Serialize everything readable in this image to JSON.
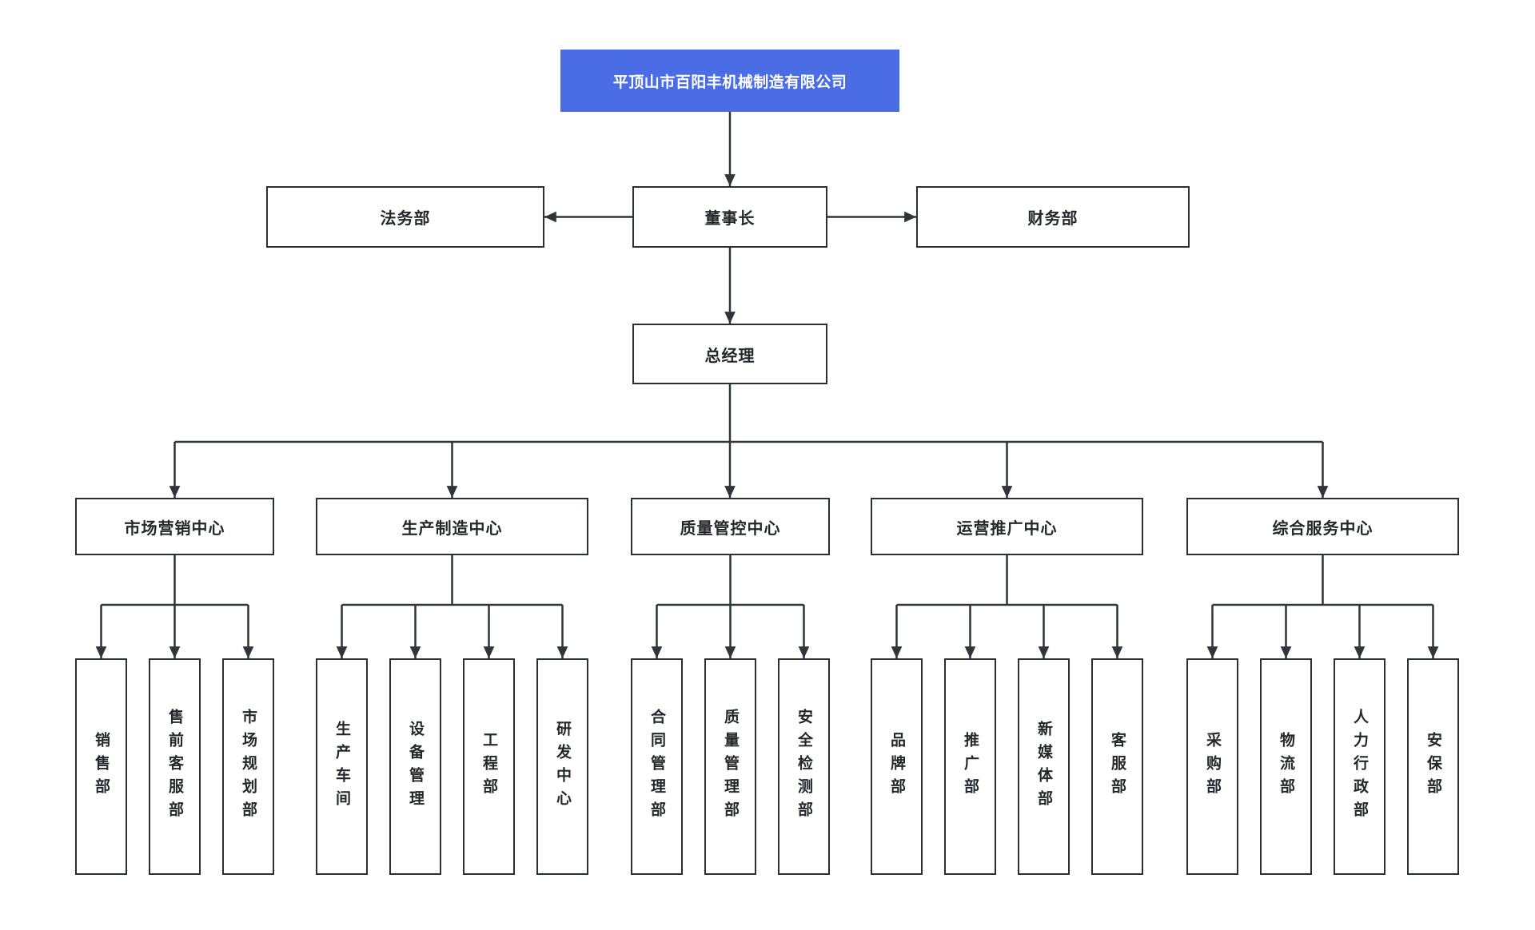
{
  "org_chart": {
    "root": {
      "label": "平顶山市百阳丰机械制造有限公司"
    },
    "staff_left": {
      "label": "法务部"
    },
    "chairman": {
      "label": "董事长"
    },
    "staff_right": {
      "label": "财务部"
    },
    "general_manager": {
      "label": "总经理"
    },
    "centers": [
      {
        "label": "市场营销中心",
        "departments": [
          "销售部",
          "售前客服部",
          "市场规划部"
        ]
      },
      {
        "label": "生产制造中心",
        "departments": [
          "生产车间",
          "设备管理",
          "工程部",
          "研发中心"
        ]
      },
      {
        "label": "质量管控中心",
        "departments": [
          "合同管理部",
          "质量管理部",
          "安全检测部"
        ]
      },
      {
        "label": "运营推广中心",
        "departments": [
          "品牌部",
          "推广部",
          "新媒体部",
          "客服部"
        ]
      },
      {
        "label": "综合服务中心",
        "departments": [
          "采购部",
          "物流部",
          "人力行政部",
          "安保部"
        ]
      }
    ],
    "colors": {
      "root_bg": "#4A6CE4",
      "root_text": "#FFFFFF",
      "box_bg": "#FFFFFF",
      "box_border": "#2A2F36",
      "line": "#2F353B",
      "text": "#24282B",
      "canvas_bg": "#FFFFFF"
    }
  }
}
